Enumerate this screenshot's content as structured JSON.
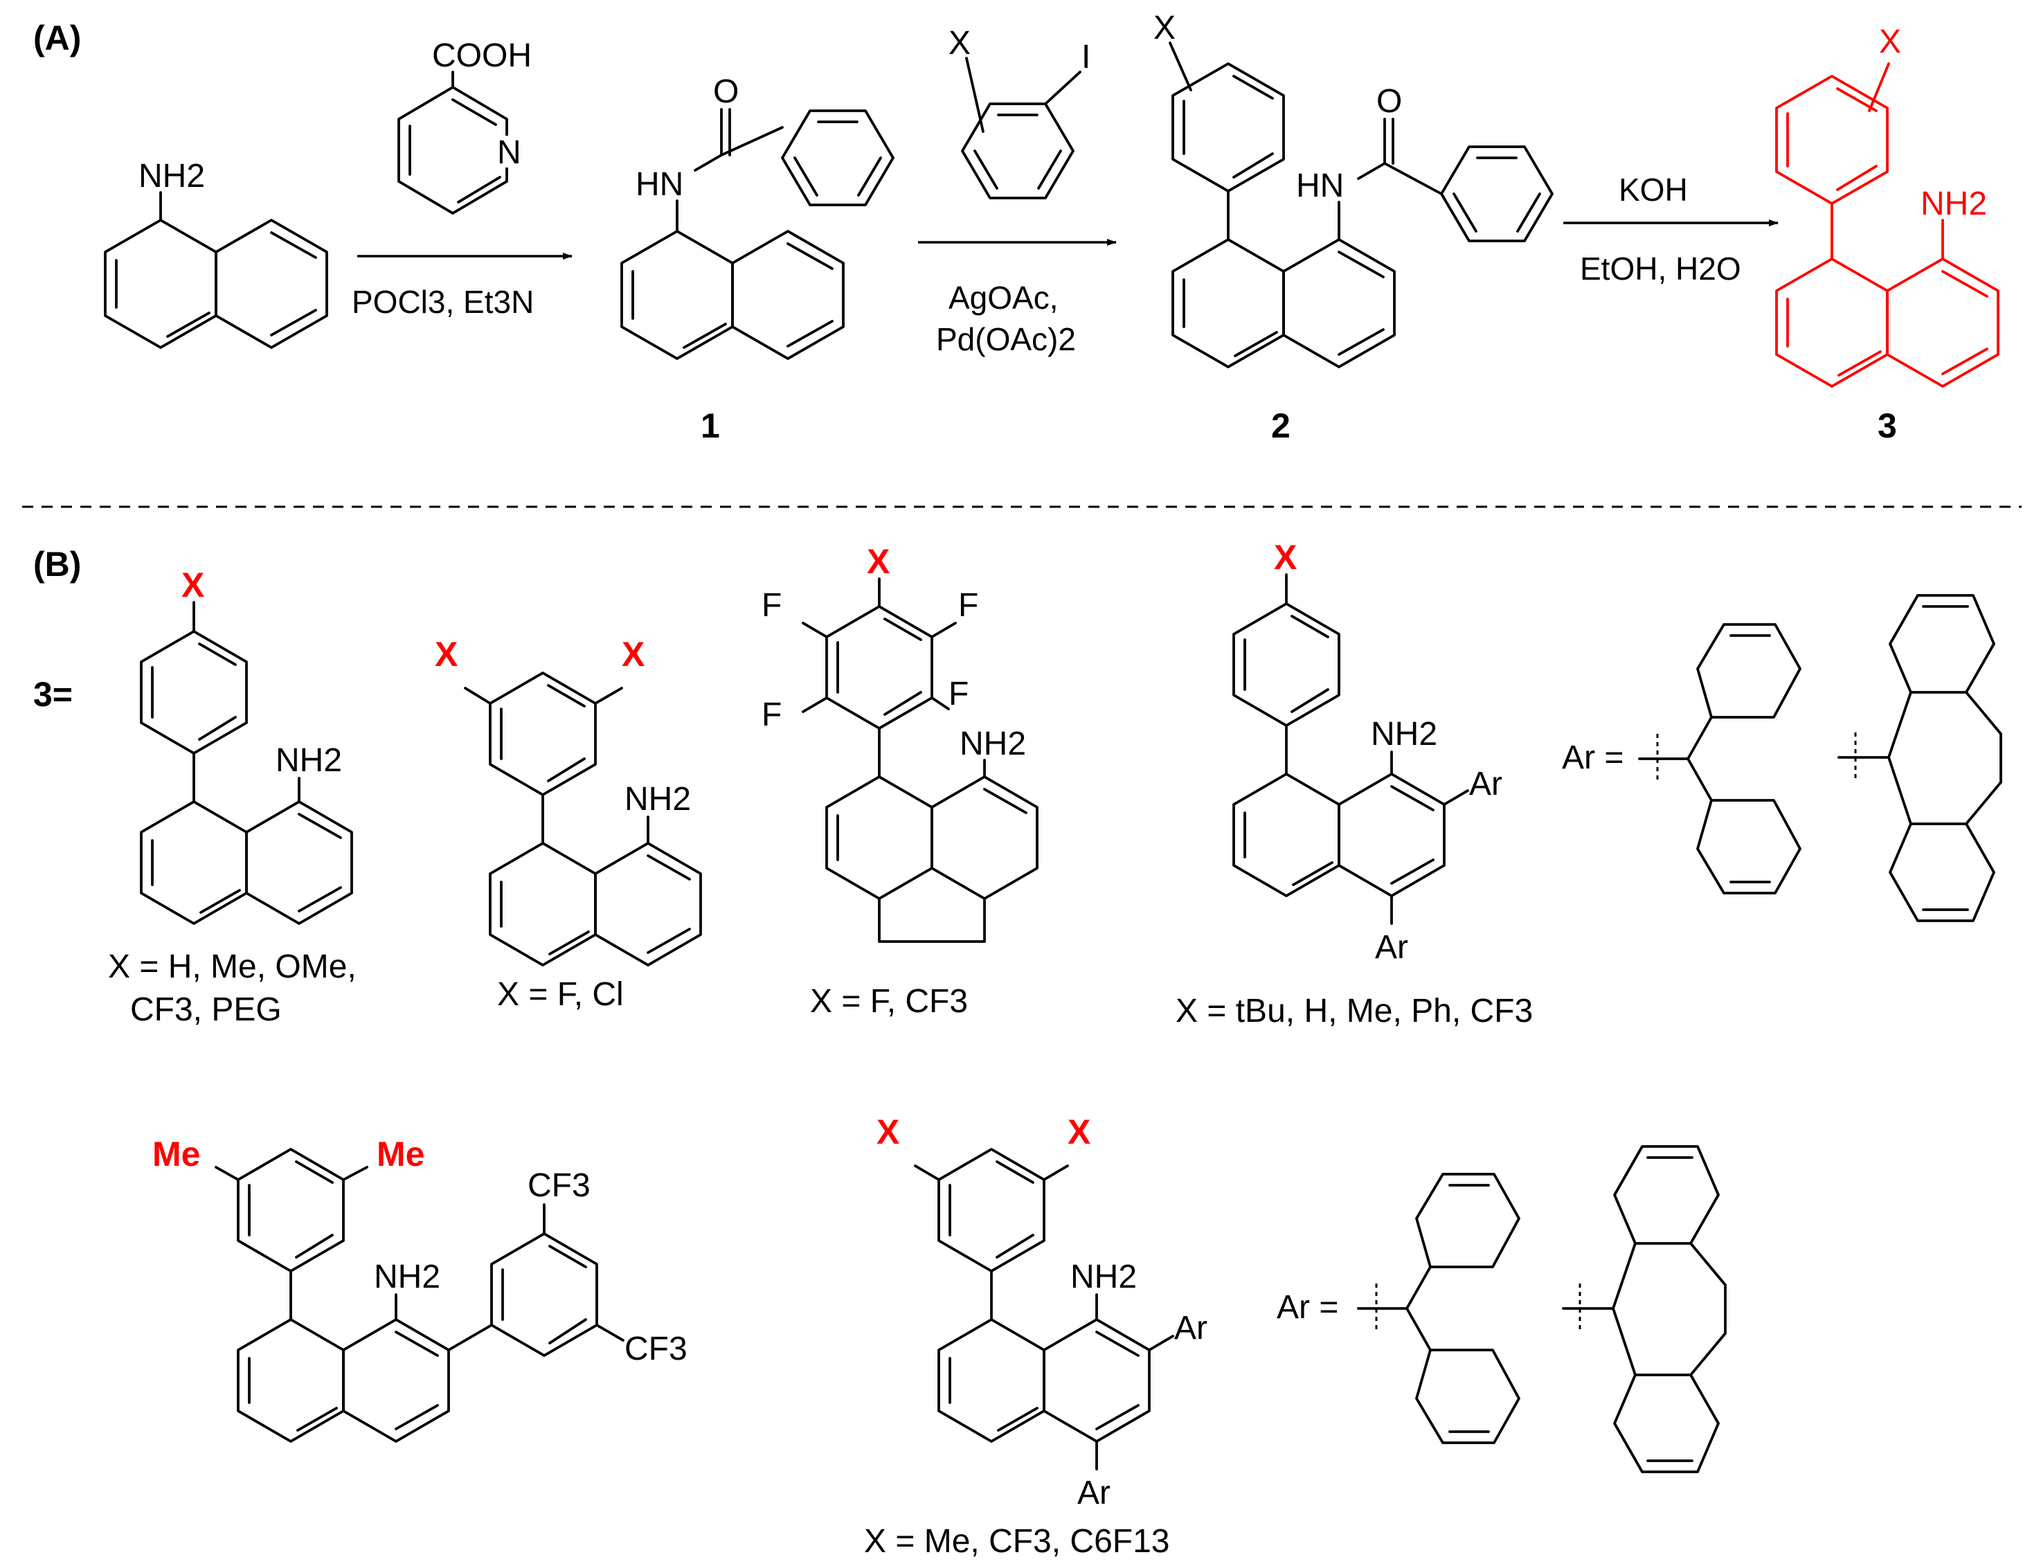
{
  "panels": {
    "a": "(A)",
    "b": "(B)"
  },
  "compounds": {
    "c1": "1",
    "c2": "2",
    "c3": "3"
  },
  "atoms": {
    "nh2": "NH2",
    "hn": "HN",
    "o": "O",
    "n": "N",
    "cooh": "COOH",
    "x": "X",
    "i": "I",
    "f": "F",
    "ar": "Ar",
    "me": "Me",
    "cf3": "CF3"
  },
  "reagents": {
    "step1_below": "POCl3, Et3N",
    "step2_below1": "AgOAc,",
    "step2_below2": "Pd(OAc)2",
    "step3_above": "KOH",
    "step3_below": "EtOH, H2O"
  },
  "panel_b": {
    "label": "3=",
    "ar_label": "Ar =",
    "captions": {
      "s1_line1": "X = H, Me, OMe,",
      "s1_line2": "CF3, PEG",
      "s2": "X = F,  Cl",
      "s3": "X = F,  CF3",
      "s4": "X = tBu, H, Me, Ph, CF3",
      "s6": "X = Me, CF3, C6F13"
    }
  }
}
